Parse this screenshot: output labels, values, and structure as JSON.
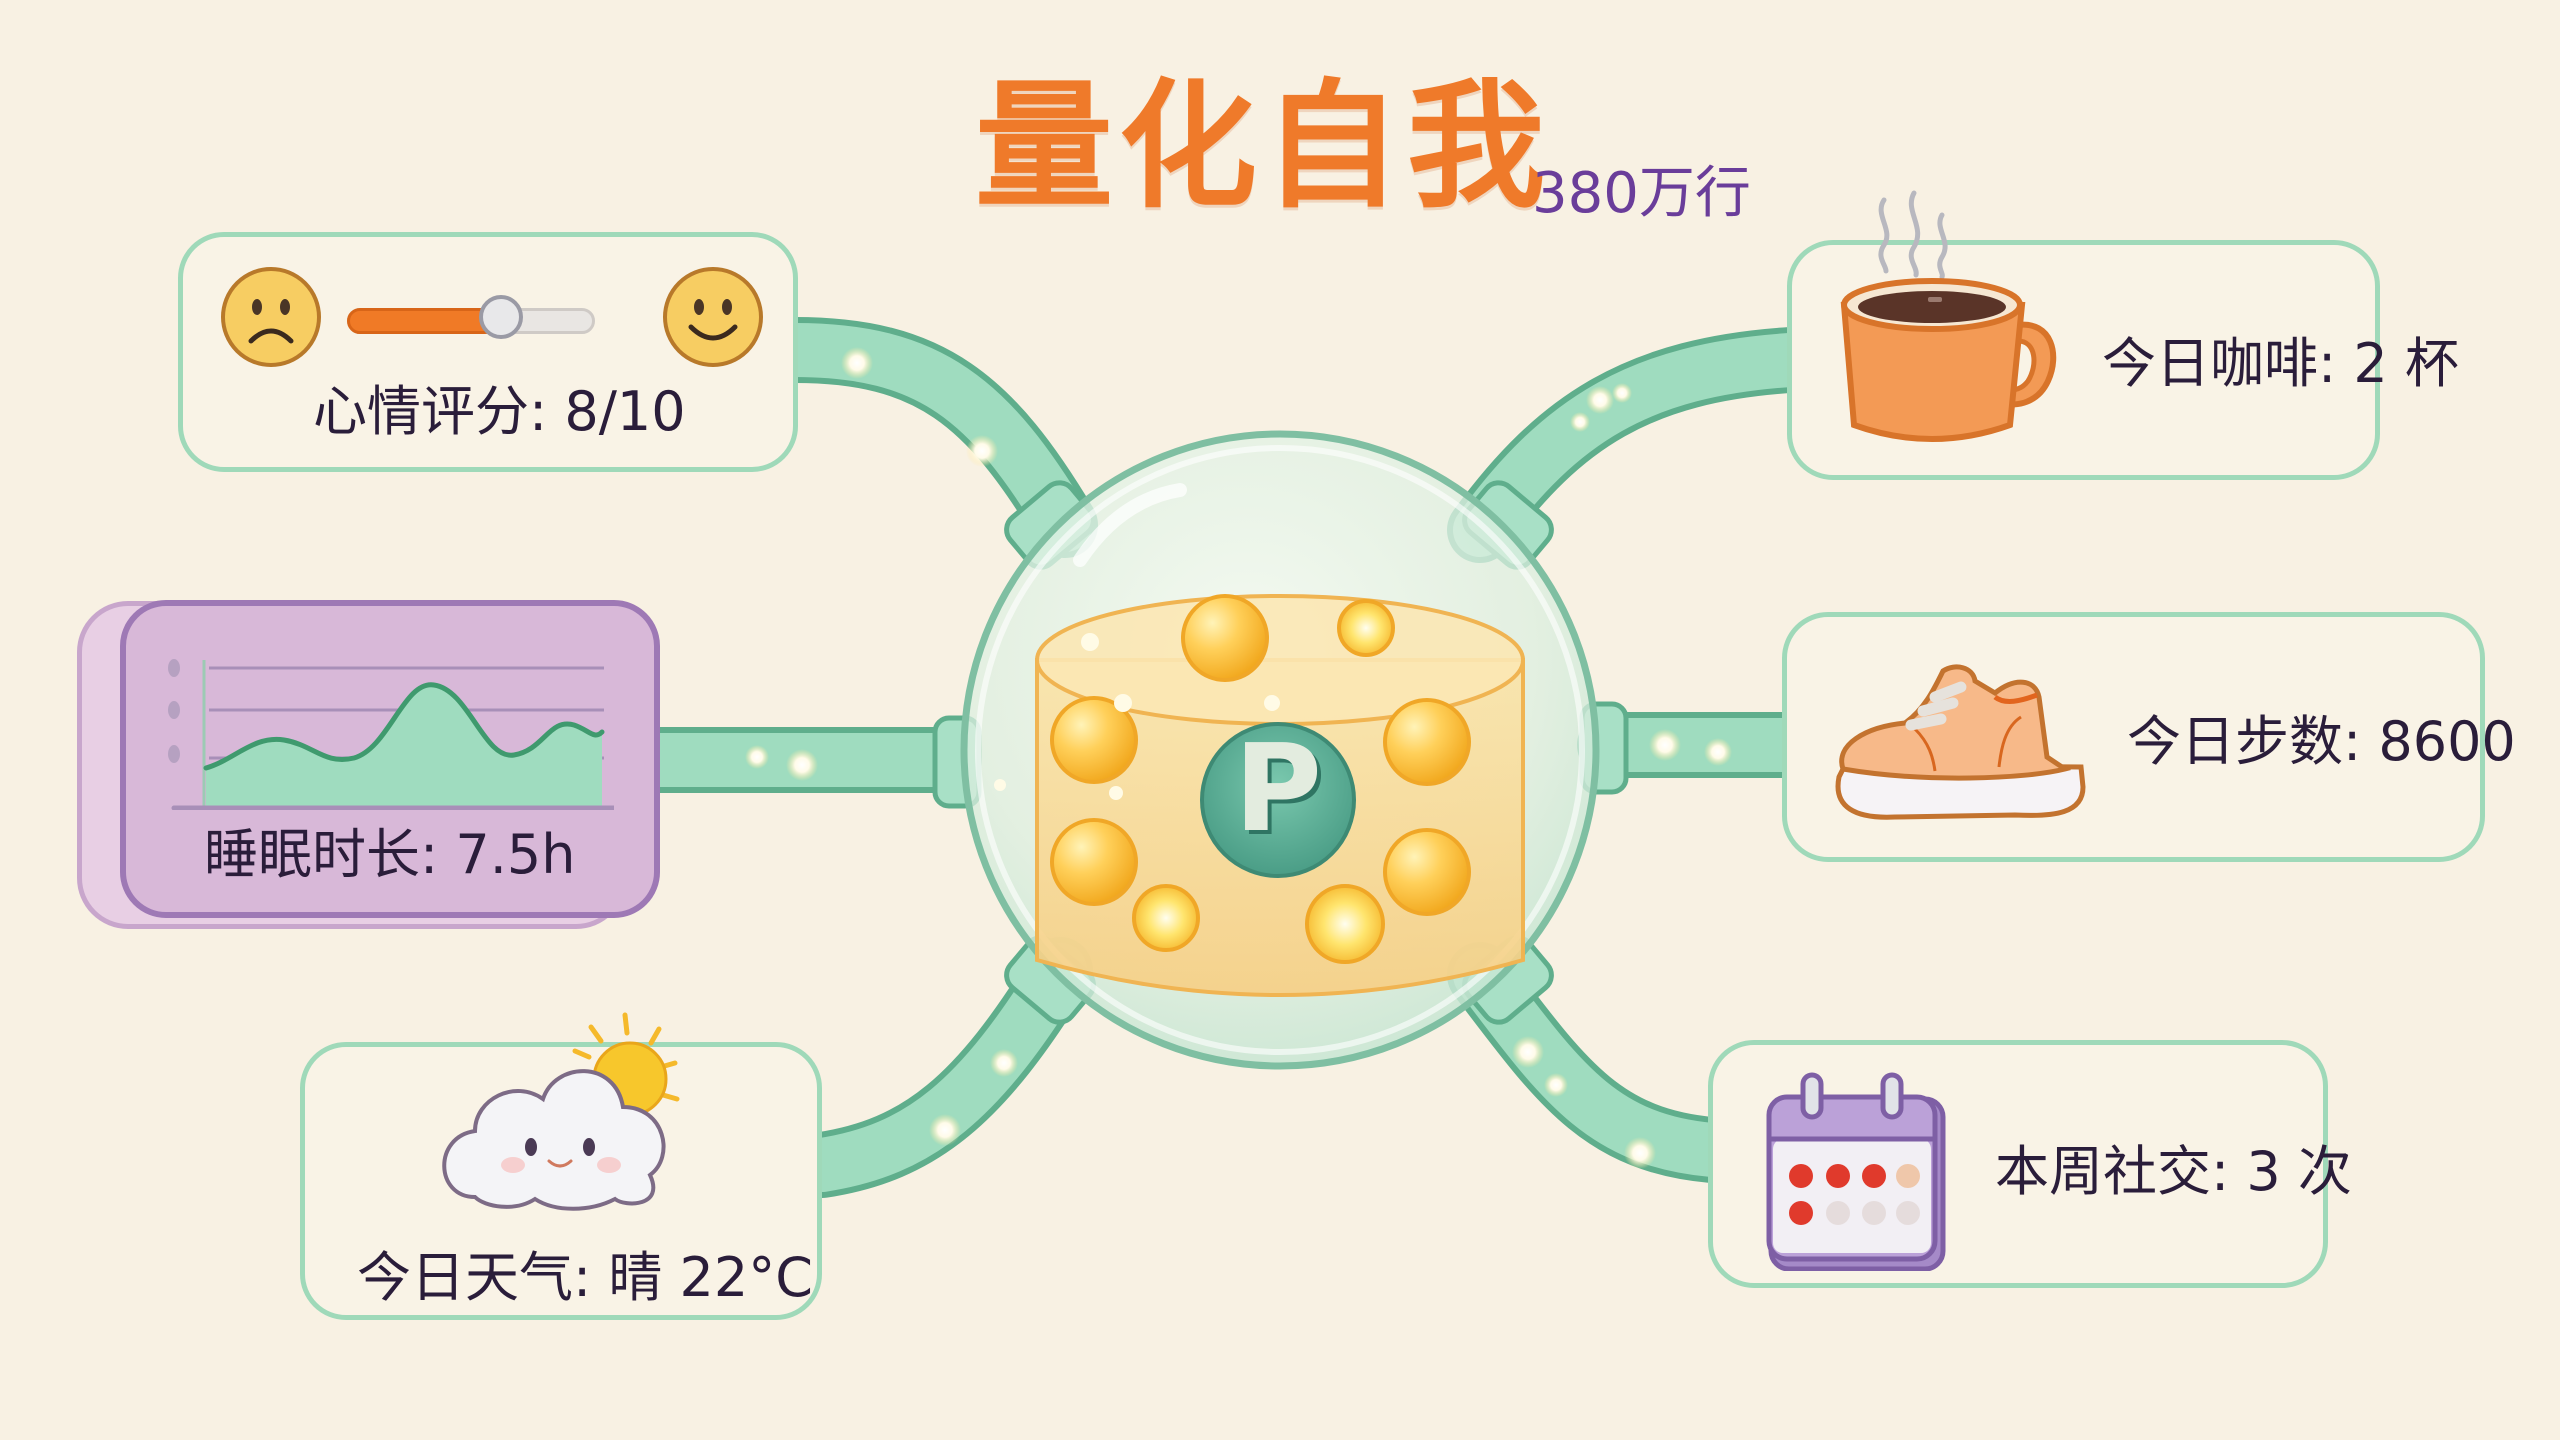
{
  "header": {
    "title": "量化自我",
    "subtitle": "380万行"
  },
  "center": {
    "logo_letter": "P",
    "description": "glass sphere containing amber cylinder with glowing orbs"
  },
  "cards": {
    "mood": {
      "label": "心情评分: 8/10",
      "value": 8,
      "max": 10,
      "slider_percent": 55,
      "left_icon": "sad-face-icon",
      "right_icon": "happy-face-icon"
    },
    "sleep": {
      "label": "睡眠时长: 7.5h",
      "icon": "area-chart-icon"
    },
    "weather": {
      "label": "今日天气: 晴 22°C",
      "icon": "cloud-sun-icon"
    },
    "coffee": {
      "label": "今日咖啡: 2 杯",
      "icon": "coffee-mug-icon"
    },
    "steps": {
      "label": "今日步数: 8600",
      "icon": "sneaker-icon"
    },
    "social": {
      "label": "本周社交: 3 次",
      "icon": "calendar-icon",
      "dots": [
        "red",
        "red",
        "red",
        "peach",
        "red",
        "gray",
        "gray",
        "gray"
      ]
    }
  },
  "colors": {
    "background": "#f8f1e3",
    "title": "#ef7a2a",
    "subtitle": "#6a3d9a",
    "pipe": "#9fdcbf",
    "pipe_stroke": "#5fae8c",
    "card_border": "#9fd9b9",
    "sleep_card": "#d8b8d8",
    "orb": "#f7c23c",
    "text": "#2a1d3a"
  }
}
